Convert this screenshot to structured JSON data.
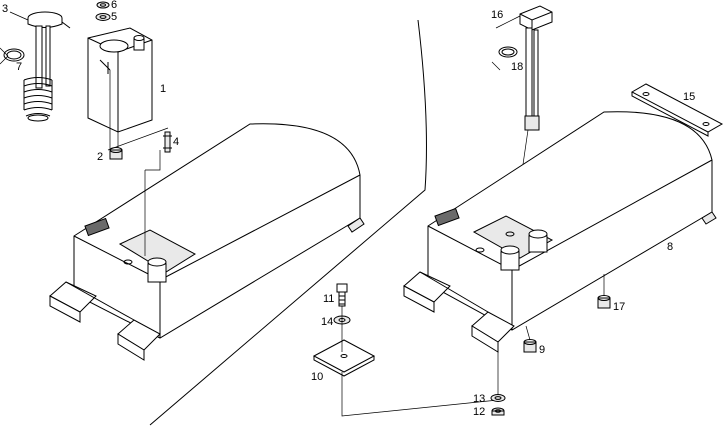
{
  "callouts": [
    {
      "id": "c1",
      "text": "1"
    },
    {
      "id": "c2",
      "text": "2"
    },
    {
      "id": "c3",
      "text": "3"
    },
    {
      "id": "c4",
      "text": "4"
    },
    {
      "id": "c5",
      "text": "5"
    },
    {
      "id": "c6",
      "text": "6"
    },
    {
      "id": "c7",
      "text": "7"
    },
    {
      "id": "c8",
      "text": "8"
    },
    {
      "id": "c9",
      "text": "9"
    },
    {
      "id": "c10",
      "text": "10"
    },
    {
      "id": "c11",
      "text": "11"
    },
    {
      "id": "c12",
      "text": "12"
    },
    {
      "id": "c13",
      "text": "13"
    },
    {
      "id": "c14",
      "text": "14"
    },
    {
      "id": "c15",
      "text": "15"
    },
    {
      "id": "c16",
      "text": "16"
    },
    {
      "id": "c17",
      "text": "17"
    },
    {
      "id": "c18",
      "text": "18"
    }
  ],
  "tank_label_left": "",
  "tank_label_right": ""
}
